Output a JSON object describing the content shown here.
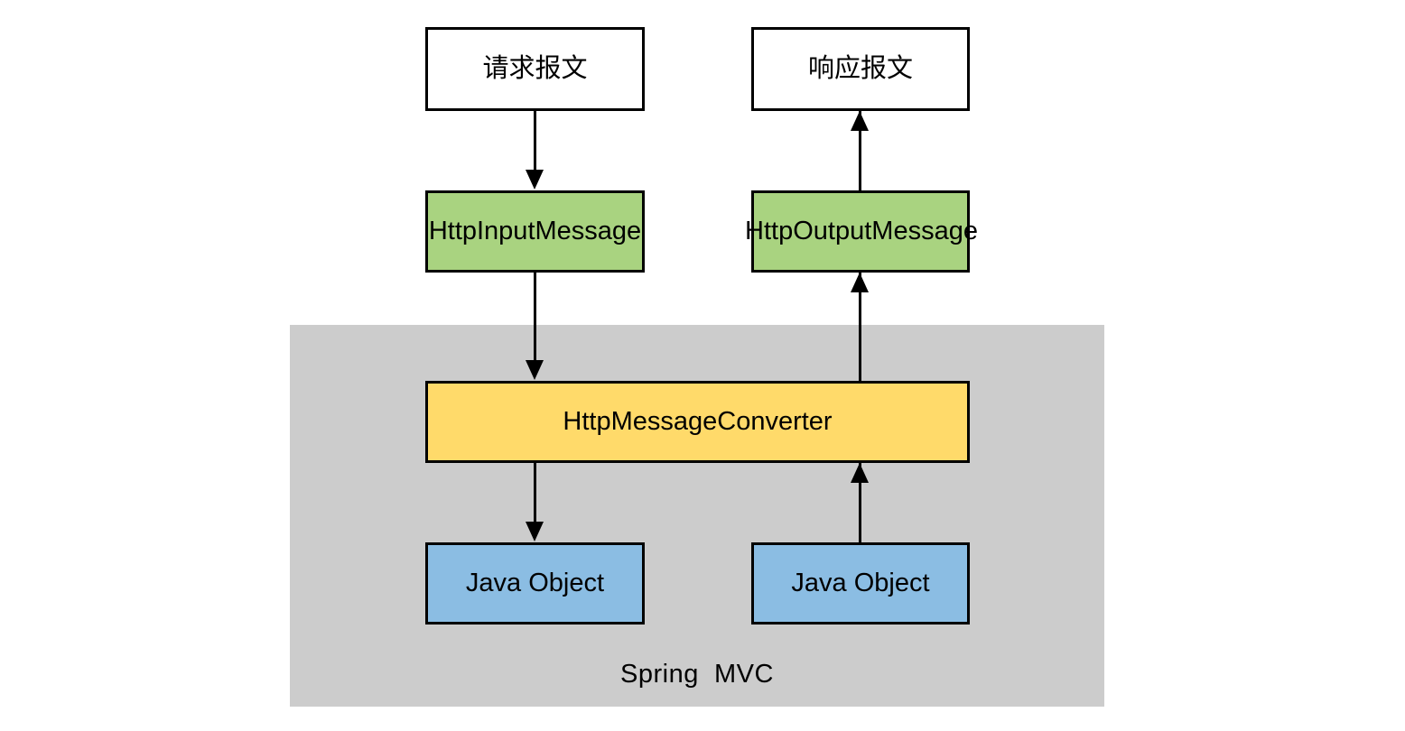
{
  "diagram": {
    "title": "Spring MVC HttpMessageConverter flow",
    "container": {
      "label": "Spring  MVC",
      "fill": "#cccccc"
    },
    "nodes": {
      "request_message": {
        "label": "请求报文",
        "fill": "#ffffff"
      },
      "response_message": {
        "label": "响应报文",
        "fill": "#ffffff"
      },
      "http_input_message": {
        "label": "HttpInputMessage",
        "fill": "#a9d380"
      },
      "http_output_message": {
        "label": "HttpOutputMessage",
        "fill": "#a9d380"
      },
      "http_message_converter": {
        "label": "HttpMessageConverter",
        "fill": "#ffda6a"
      },
      "java_object_in": {
        "label": "Java Object",
        "fill": "#8bbde3"
      },
      "java_object_out": {
        "label": "Java Object",
        "fill": "#8bbde3"
      }
    },
    "edges": [
      {
        "name": "request-to-input",
        "from": "request_message",
        "to": "http_input_message",
        "direction": "down"
      },
      {
        "name": "input-to-converter",
        "from": "http_input_message",
        "to": "http_message_converter",
        "direction": "down"
      },
      {
        "name": "converter-to-object",
        "from": "http_message_converter",
        "to": "java_object_in",
        "direction": "down"
      },
      {
        "name": "object-to-converter",
        "from": "java_object_out",
        "to": "http_message_converter",
        "direction": "up"
      },
      {
        "name": "converter-to-output",
        "from": "http_message_converter",
        "to": "http_output_message",
        "direction": "up"
      },
      {
        "name": "output-to-response",
        "from": "http_output_message",
        "to": "response_message",
        "direction": "up"
      }
    ],
    "colors": {
      "border": "#000000",
      "background": "#ffffff",
      "text": "#000000"
    }
  }
}
